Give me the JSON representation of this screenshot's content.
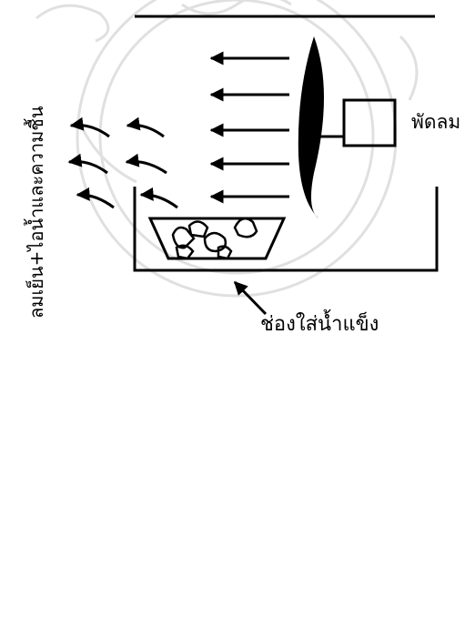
{
  "labels": {
    "fan": "พัดลม",
    "ice_slot": "ช่องใส่น้ำแข็ง",
    "output_air": "ลมเย็น+ไอน้ำและความชื้น"
  },
  "colors": {
    "ink": "#000000",
    "watermark": "#c8c8c8",
    "background": "#ffffff"
  }
}
